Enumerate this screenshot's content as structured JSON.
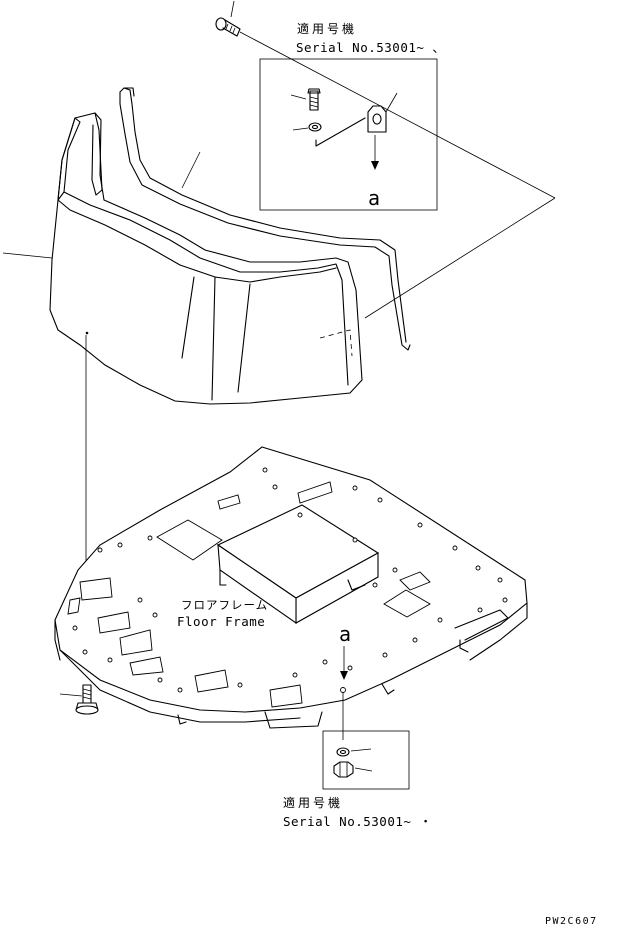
{
  "diagram": {
    "serial_top": {
      "jp": "適用号機",
      "en": "Serial No.53001~ 、"
    },
    "serial_bottom": {
      "jp": "適用号機",
      "en": "Serial No.53001~ ・"
    },
    "floor_frame": {
      "jp": "フロアフレーム",
      "en": "Floor Frame"
    },
    "detail_mark_top": "a",
    "detail_mark_bottom": "a",
    "drawing_code": "PW2C607"
  }
}
